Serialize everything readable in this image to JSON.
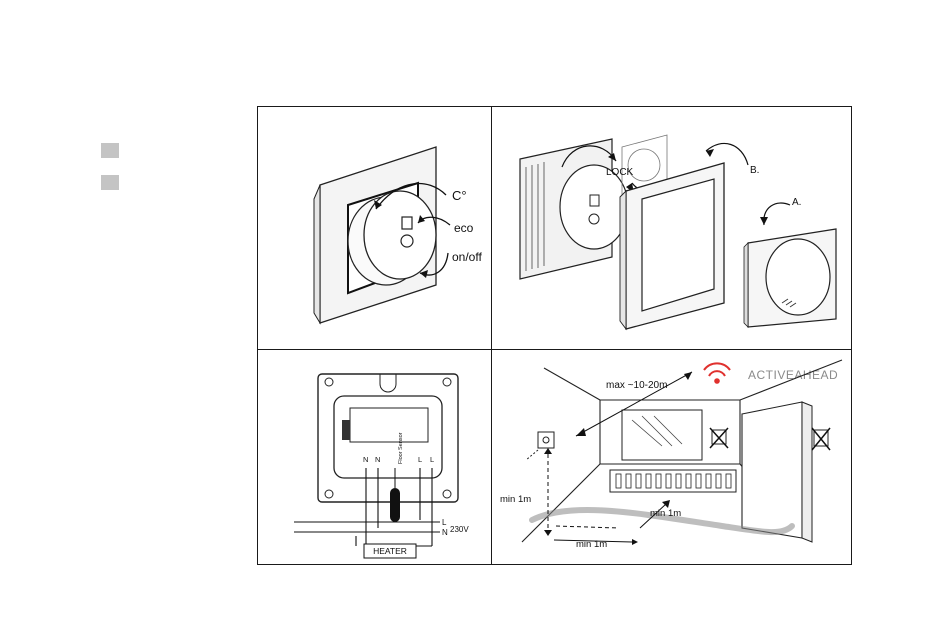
{
  "bullets": [
    "",
    ""
  ],
  "panel1": {
    "label_temp": "C°",
    "label_eco": "eco",
    "label_power": "on/off"
  },
  "panel2": {
    "label_lock": "LOCK",
    "label_b": "B.",
    "label_a": "A."
  },
  "panel3": {
    "terminals": [
      "N",
      "N",
      "Floor Sensor",
      "L",
      "L"
    ],
    "line_l": "L",
    "line_n": "N",
    "voltage": "230V",
    "heater": "HEATER"
  },
  "panel4": {
    "brand": "ACTIVEAHEAD",
    "range": "max ~10-20m",
    "min_height": "min 1m",
    "min_floor": "min 1m",
    "min_side": "min 1m",
    "colors": {
      "wifi": "#e0312e",
      "brand_text": "#8a8a8a"
    }
  }
}
